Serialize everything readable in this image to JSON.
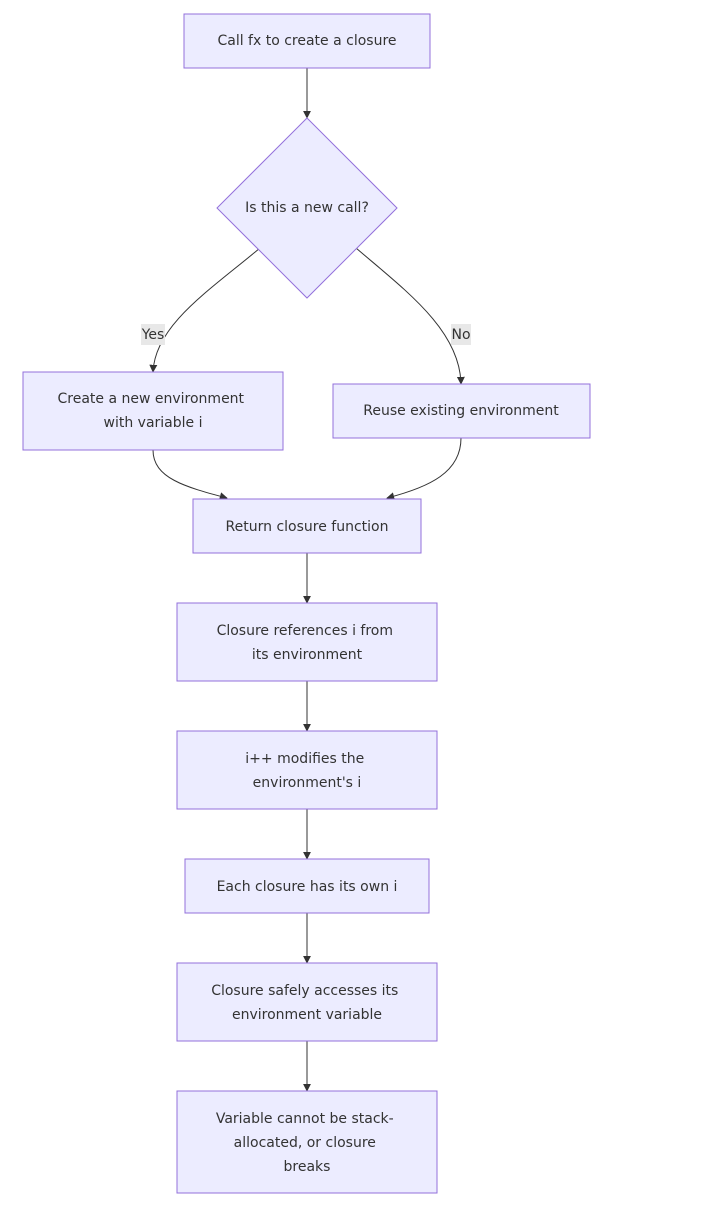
{
  "nodes": {
    "start": "Call fx to create a closure",
    "decision": "Is this a new call?",
    "create_env": [
      "Create a new environment",
      "with variable i"
    ],
    "reuse_env": "Reuse existing environment",
    "return_closure": "Return closure function",
    "references": [
      "Closure references i from",
      "its environment"
    ],
    "modifies": [
      "i++ modifies the",
      "environment's i"
    ],
    "own_i": "Each closure has its own i",
    "safe_access": [
      "Closure safely accesses its",
      "environment variable"
    ],
    "stack": [
      "Variable cannot be stack-",
      "allocated, or closure",
      "breaks"
    ]
  },
  "edge_labels": {
    "yes": "Yes",
    "no": "No"
  },
  "colors": {
    "node_fill": "#ececff",
    "node_stroke": "#9370db",
    "edge": "#333333",
    "label_bg": "#e8e8e8"
  }
}
